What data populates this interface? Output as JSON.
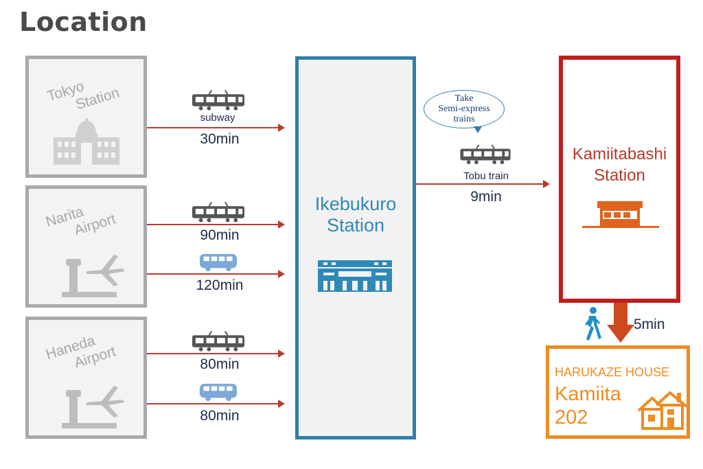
{
  "title": "Location",
  "origins": [
    {
      "name_line1": "Tokyo",
      "name_line2": "Station",
      "icon": "tokyo-station-building-icon"
    },
    {
      "name_line1": "Narita",
      "name_line2": "Airport",
      "icon": "airport-control-tower-plane-icon"
    },
    {
      "name_line1": "Haneda",
      "name_line2": "Airport",
      "icon": "airport-control-tower-plane-icon"
    }
  ],
  "routes": [
    {
      "from": "Tokyo Station",
      "mode": "train",
      "mode_label": "subway",
      "time": "30min"
    },
    {
      "from": "Narita Airport",
      "mode": "train",
      "mode_label": "",
      "time": "90min"
    },
    {
      "from": "Narita Airport",
      "mode": "bus",
      "mode_label": "",
      "time": "120min"
    },
    {
      "from": "Haneda Airport",
      "mode": "train",
      "mode_label": "",
      "time": "80min"
    },
    {
      "from": "Haneda Airport",
      "mode": "bus",
      "mode_label": "",
      "time": "80min"
    }
  ],
  "hub": {
    "line1": "Ikebukuro",
    "line2": "Station",
    "icon": "railway-station-building-icon"
  },
  "transfer": {
    "note": [
      "Take",
      "Semi-express",
      "trains"
    ],
    "mode_label": "Tobu train",
    "time": "9min"
  },
  "destination": {
    "line1": "Kamiitabashi",
    "line2": "Station",
    "icon": "station-building-icon"
  },
  "walk": {
    "time": "5min",
    "icon": "walking-person-icon"
  },
  "house": {
    "line1": "HARUKAZE HOUSE",
    "line2": "Kamiita",
    "line3": "202",
    "icon": "house-icon"
  },
  "colors": {
    "origin_gray": "#a9a9a9",
    "hub_blue": "#2e7fa8",
    "dest_red": "#c01d1d",
    "house_orange": "#ee8c22",
    "arrow": "#b83a2e",
    "train_icon": "#555555",
    "bus_icon": "#7fa8d8",
    "walker": "#1e8fc9"
  }
}
